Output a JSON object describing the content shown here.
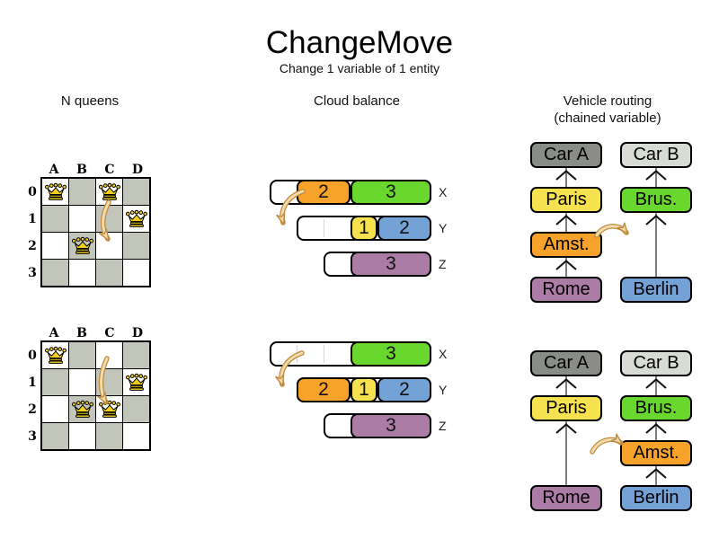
{
  "title": "ChangeMove",
  "subtitle": "Change 1 variable of 1 entity",
  "sections": {
    "nqueens": {
      "label": "N queens"
    },
    "cloud": {
      "label": "Cloud balance"
    },
    "vehicle": {
      "label": "Vehicle routing",
      "sublabel": "(chained variable)"
    }
  },
  "colors": {
    "orange": "#f7a32b",
    "green": "#69d72e",
    "yellow": "#f6e24e",
    "blue": "#74a1d6",
    "purple": "#ab7ca6",
    "darkgray": "#8a8d87",
    "lightgray": "#d9dcd4",
    "board_gray": "#c2c5ba",
    "queen_gold": "#f2cf1f",
    "move_arrow_fill": "#f3dcab",
    "move_arrow_stroke": "#bf8a3d",
    "chain_line": "#7d7d7d"
  },
  "nqueens": {
    "col_headers": [
      "A",
      "B",
      "C",
      "D"
    ],
    "row_headers": [
      "0",
      "1",
      "2",
      "3"
    ],
    "boards": [
      {
        "queens": [
          "A0",
          "C0",
          "D1",
          "B2"
        ],
        "move": {
          "from": "C0",
          "to": "C2"
        }
      },
      {
        "queens": [
          "A0",
          "D1",
          "B2",
          "C2"
        ],
        "move": {
          "from": "C0",
          "to": "C2"
        }
      }
    ]
  },
  "cloud": {
    "figures": [
      {
        "rows": [
          {
            "computer": "X",
            "free_slots": 1,
            "processes": [
              {
                "load": "2",
                "color": "orange"
              },
              {
                "load": "3",
                "color": "green"
              }
            ]
          },
          {
            "computer": "Y",
            "free_slots": 2,
            "processes": [
              {
                "load": "1",
                "color": "yellow"
              },
              {
                "load": "2",
                "color": "blue"
              }
            ]
          },
          {
            "computer": "Z",
            "free_slots": 1,
            "processes": [
              {
                "load": "3",
                "color": "purple"
              }
            ]
          }
        ]
      },
      {
        "rows": [
          {
            "computer": "X",
            "free_slots": 3,
            "processes": [
              {
                "load": "3",
                "color": "green"
              }
            ]
          },
          {
            "computer": "Y",
            "free_slots": 0,
            "processes": [
              {
                "load": "2",
                "color": "orange"
              },
              {
                "load": "1",
                "color": "yellow"
              },
              {
                "load": "2",
                "color": "blue"
              }
            ]
          },
          {
            "computer": "Z",
            "free_slots": 1,
            "processes": [
              {
                "load": "3",
                "color": "purple"
              }
            ]
          }
        ]
      }
    ]
  },
  "vehicle": {
    "figures": [
      {
        "chains": [
          {
            "slots": [
              {
                "label": "Car A",
                "color": "darkgray"
              },
              {
                "label": "Paris",
                "color": "yellow"
              },
              {
                "label": "Amst.",
                "color": "orange"
              },
              {
                "label": "Rome",
                "color": "purple"
              }
            ]
          },
          {
            "slots": [
              {
                "label": "Car B",
                "color": "lightgray"
              },
              {
                "label": "Brus.",
                "color": "green"
              },
              null,
              {
                "label": "Berlin",
                "color": "blue"
              }
            ]
          }
        ]
      },
      {
        "chains": [
          {
            "slots": [
              {
                "label": "Car A",
                "color": "darkgray"
              },
              {
                "label": "Paris",
                "color": "yellow"
              },
              null,
              {
                "label": "Rome",
                "color": "purple"
              }
            ]
          },
          {
            "slots": [
              {
                "label": "Car B",
                "color": "lightgray"
              },
              {
                "label": "Brus.",
                "color": "green"
              },
              {
                "label": "Amst.",
                "color": "orange"
              },
              {
                "label": "Berlin",
                "color": "blue"
              }
            ]
          }
        ]
      }
    ]
  }
}
